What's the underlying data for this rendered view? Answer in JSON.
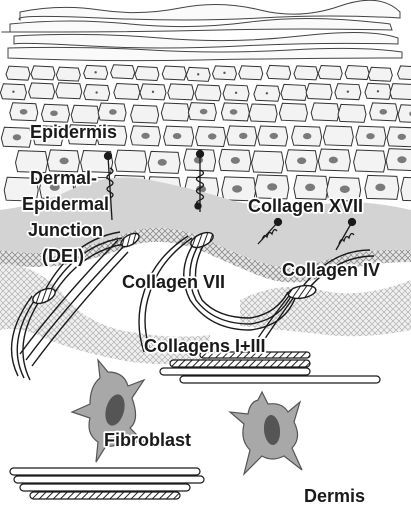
{
  "labels": {
    "epidermis": "Epidermis",
    "dej_line1": "Dermal-",
    "dej_line2": "Epidermal",
    "dej_line3": "Junction",
    "dej_line4": "(DEI)",
    "collagen_xvii": "Collagen XVII",
    "collagen_vii": "Collagen VII",
    "collagen_iv": "Collagen IV",
    "collagens_i_iii": "Collagens I+III",
    "fibroblast": "Fibroblast",
    "dermis": "Dermis"
  },
  "colors": {
    "cell_fill": "#f3f3f3",
    "nucleus": "#7a7a7a",
    "membrane_band": "#cfcfcf",
    "fibroblast_body": "#a8a8a8",
    "line": "#1a1a1a"
  }
}
